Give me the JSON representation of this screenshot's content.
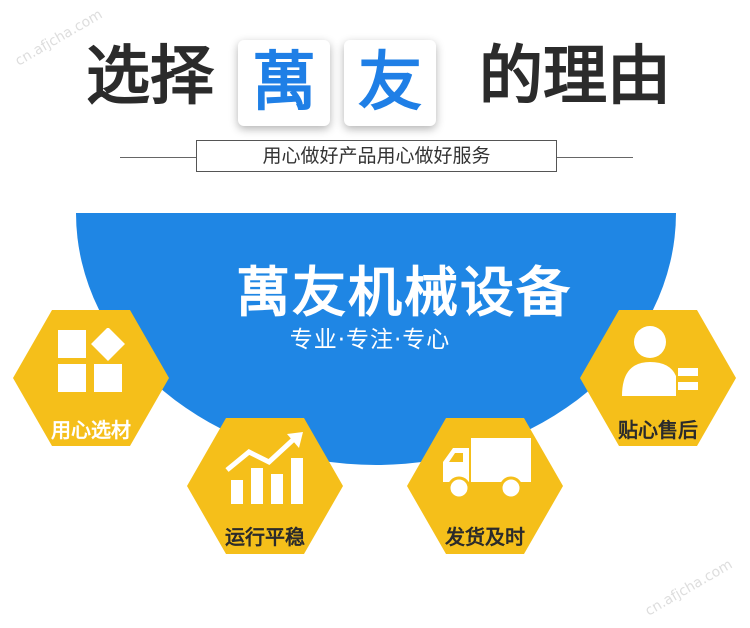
{
  "title": {
    "left": "选择",
    "brand_1": "萬",
    "brand_2": "友",
    "right": "的理由"
  },
  "slogan": "用心做好产品用心做好服务",
  "banner": {
    "title": "萬友机械设备",
    "subtitle": "专业·专注·专心"
  },
  "features": [
    {
      "label": "用心选材",
      "icon": "blocks-icon"
    },
    {
      "label": "运行平稳",
      "icon": "growth-chart-icon"
    },
    {
      "label": "发货及时",
      "icon": "delivery-truck-icon"
    },
    {
      "label": "贴心售后",
      "icon": "customer-service-icon"
    }
  ],
  "watermark": "cn.afjcha.com",
  "colors": {
    "brand_blue": "#1f86e4",
    "hex_yellow": "#f5bf1a",
    "title_dark": "#2b2b2b"
  }
}
